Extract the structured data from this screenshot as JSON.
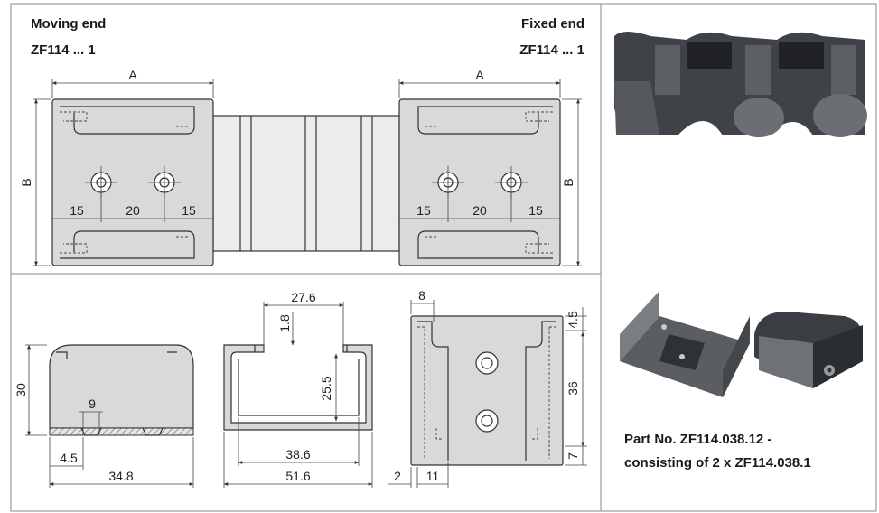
{
  "headings": {
    "moving_end": "Moving end",
    "moving_part": "ZF114 ... 1",
    "fixed_end": "Fixed end",
    "fixed_part": "ZF114 ... 1"
  },
  "dimensions": {
    "a_left": "A",
    "a_right": "A",
    "b_left": "B",
    "b_right": "B",
    "left_15a": "15",
    "left_20": "20",
    "left_15b": "15",
    "right_15a": "15",
    "right_20": "20",
    "right_15b": "15",
    "side_30": "30",
    "side_9": "9",
    "side_4_5": "4.5",
    "side_34_8": "34.8",
    "front_27_6": "27.6",
    "front_1_8": "1.8",
    "front_25_5": "25.5",
    "front_38_6": "38.6",
    "front_51_6": "51.6",
    "top_8": "8",
    "top_4_5": "4.5",
    "top_36": "36",
    "top_7": "7",
    "top_2": "2",
    "top_11": "11"
  },
  "note": {
    "line1": "Part No. ZF114.038.12 -",
    "line2": "consisting of 2 x ZF114.038.1"
  },
  "colors": {
    "part_fill": "#d9d9d9",
    "chain_fill": "#ececec",
    "photo_dark": "#3f4246"
  }
}
